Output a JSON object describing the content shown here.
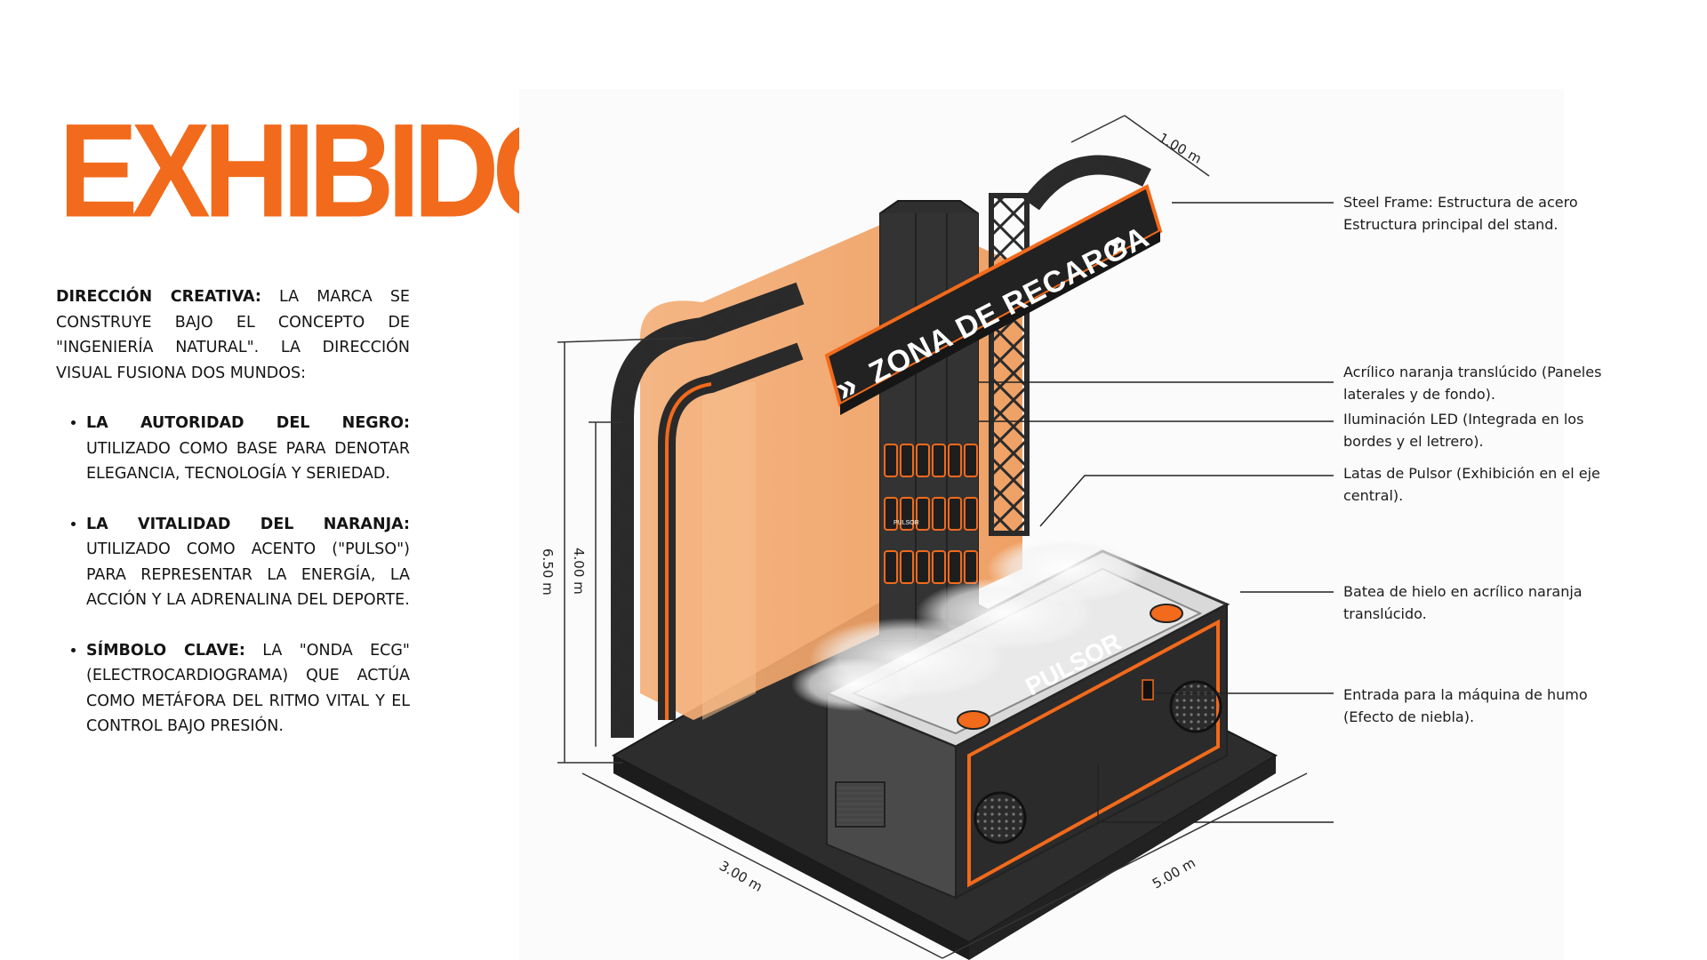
{
  "title": "EXHIBIDOR",
  "intro": {
    "label": "DIRECCIÓN CREATIVA:",
    "text": "LA MARCA SE CONSTRUYE BAJO EL CONCEPTO DE \"INGENIERÍA NATURAL\". LA DIRECCIÓN VISUAL FUSIONA DOS MUNDOS:"
  },
  "bullets": [
    {
      "label": "LA AUTORIDAD DEL NEGRO:",
      "text": "UTILIZADO COMO BASE PARA DENOTAR ELEGANCIA, TECNOLOGÍA Y SERIEDAD."
    },
    {
      "label": "LA VITALIDAD DEL NARANJA:",
      "text": "UTILIZADO COMO ACENTO (\"PULSO\") PARA REPRESENTAR LA ENERGÍA, LA ACCIÓN Y LA ADRENALINA DEL DEPORTE."
    },
    {
      "label": "SÍMBOLO CLAVE:",
      "text": "LA \"ONDA ECG\" (ELECTROCARDIOGRAMA) QUE ACTÚA COMO METÁFORA DEL RITMO VITAL Y EL CONTROL BAJO PRESIÓN."
    }
  ],
  "diagram": {
    "sign_text": "ZONA DE RECARGA",
    "sign_arrows": "»",
    "counter_brand": "PULSOR",
    "can_label": "PULSOR",
    "dimensions": {
      "depth": "1.00 m",
      "height_total": "6.50 m",
      "height_frame": "4.00 m",
      "width_front": "3.00 m",
      "width_side": "5.00 m"
    }
  },
  "callouts": [
    {
      "line1": "Steel Frame: Estructura de acero",
      "line2": "Estructura principal del stand."
    },
    {
      "line1": " Acrílico naranja translúcido (Paneles",
      "line2": "laterales y de fondo)."
    },
    {
      "line1": "Iluminación LED (Integrada en los",
      "line2": "bordes y el letrero)."
    },
    {
      "line1": "Latas de Pulsor (Exhibición en el eje",
      "line2": "central)."
    },
    {
      "line1": "Batea de hielo en acrílico naranja",
      "line2": "translúcido."
    },
    {
      "line1": "Entrada para la máquina de humo",
      "line2": "(Efecto de niebla)."
    }
  ],
  "colors": {
    "accent": "#f26a1b",
    "dark": "#2a2a2a",
    "panel": "#f0a466"
  }
}
